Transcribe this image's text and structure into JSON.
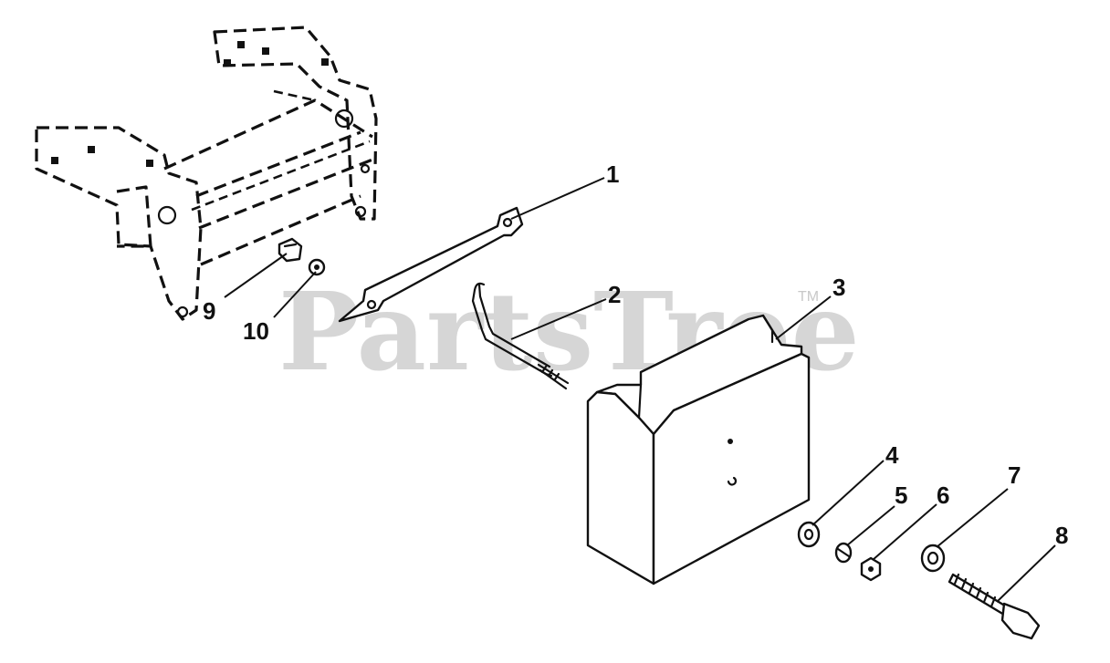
{
  "watermark": {
    "text": "PartsTree",
    "trademark": "TM"
  },
  "callouts": [
    {
      "id": "1",
      "label": "1"
    },
    {
      "id": "2",
      "label": "2"
    },
    {
      "id": "3",
      "label": "3"
    },
    {
      "id": "4",
      "label": "4"
    },
    {
      "id": "5",
      "label": "5"
    },
    {
      "id": "6",
      "label": "6"
    },
    {
      "id": "7",
      "label": "7"
    },
    {
      "id": "8",
      "label": "8"
    },
    {
      "id": "9",
      "label": "9"
    },
    {
      "id": "10",
      "label": "10"
    }
  ]
}
